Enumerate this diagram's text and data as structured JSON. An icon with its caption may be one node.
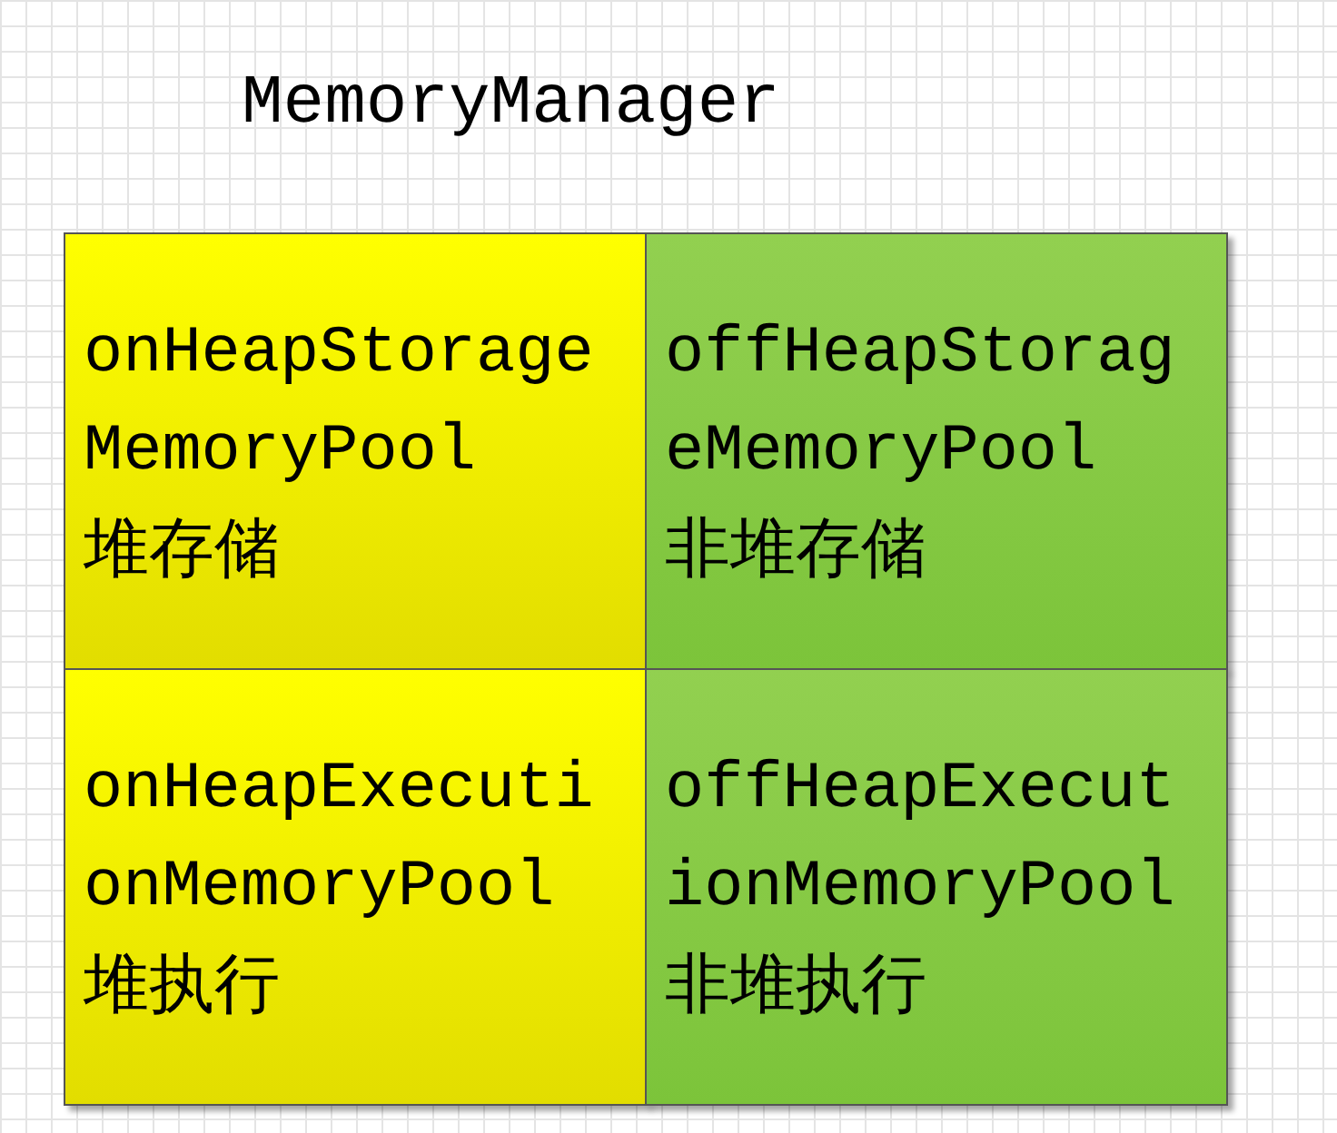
{
  "diagram": {
    "title": "MemoryManager",
    "nodes": [
      {
        "text": [
          "onHeapStorageMemoryPool",
          "堆存储"
        ]
      },
      {
        "text": [
          "offHeapStorageMemoryPool",
          "非堆存储"
        ]
      },
      {
        "text": [
          "onHeapExecutionMemoryPool",
          "堆执行"
        ]
      },
      {
        "text": [
          "offHeapExecutionMemoryPool",
          "非堆执行"
        ]
      }
    ],
    "edges": []
  }
}
